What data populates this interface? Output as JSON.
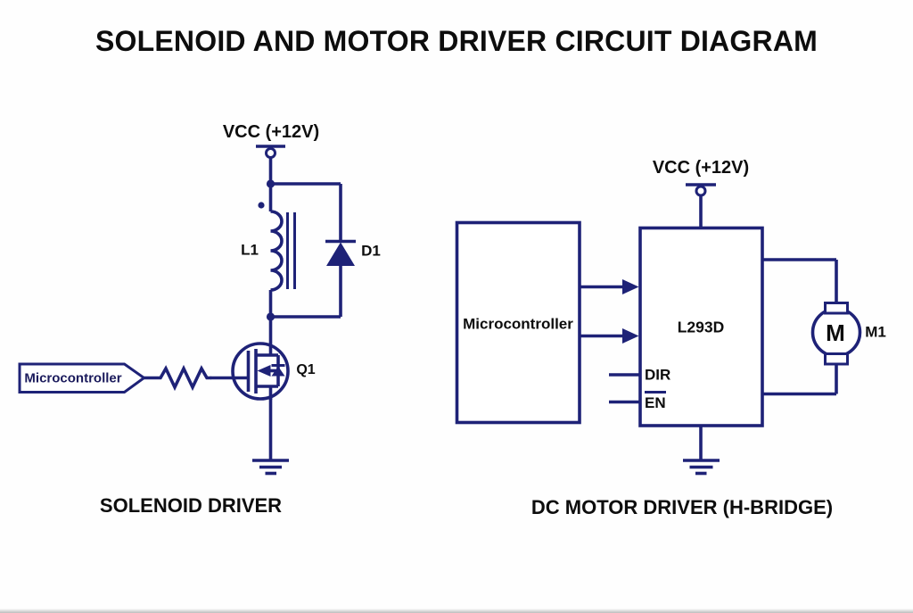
{
  "title": "SOLENOID AND MOTOR DRIVER CIRCUIT DIAGRAM",
  "colors": {
    "wire_navy": "#1e2277",
    "ink_black": "#0d0d0d",
    "paper_white": "#fefefe"
  },
  "solenoid_driver": {
    "caption": "SOLENOID DRIVER",
    "vcc_label": "VCC (+12V)",
    "input_label": "Microcontroller",
    "inductor_ref": "L1",
    "diode_ref": "D1",
    "transistor_ref": "Q1"
  },
  "motor_driver": {
    "caption": "DC MOTOR DRIVER (H-BRIDGE)",
    "vcc_label": "VCC (+12V)",
    "controller_label": "Microcontroller",
    "ic_ref": "L293D",
    "dir_label": "DIR",
    "en_label": "EN",
    "motor_symbol": "M",
    "motor_ref": "M1"
  }
}
